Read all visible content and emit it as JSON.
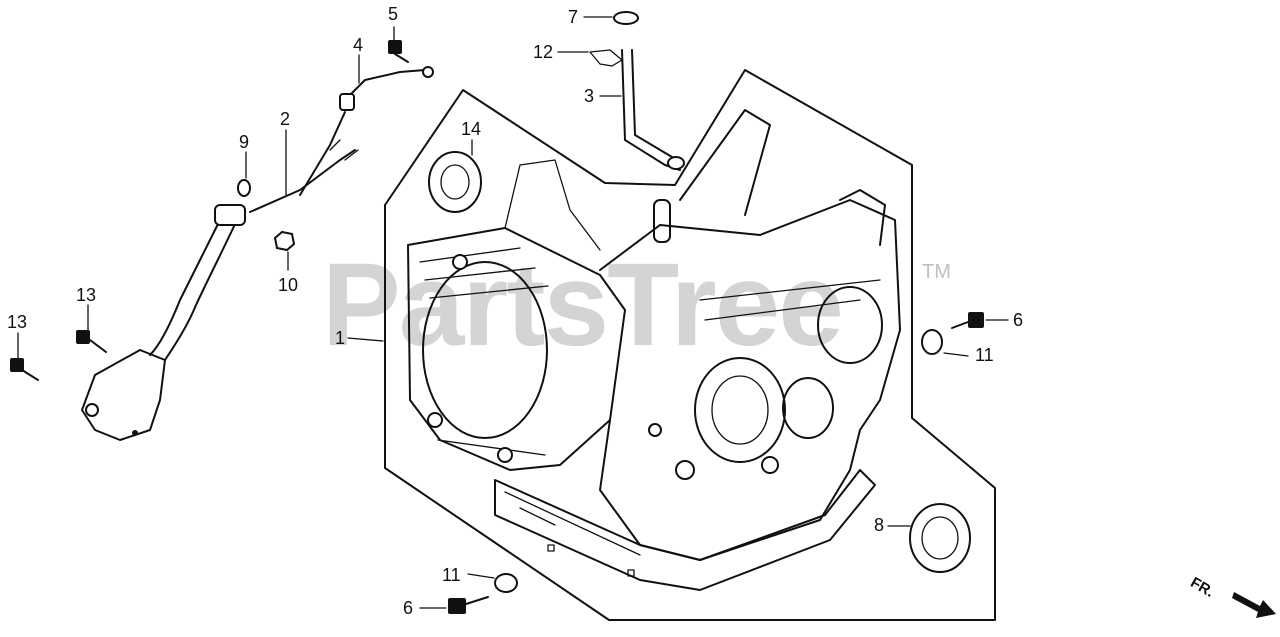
{
  "watermark": {
    "text": "PartsTree",
    "trademark": "TM"
  },
  "direction_label": "FR.",
  "callouts": {
    "c1": "1",
    "c2": "2",
    "c3": "3",
    "c4": "4",
    "c5": "5",
    "c6a": "6",
    "c6b": "6",
    "c7": "7",
    "c8": "8",
    "c9": "9",
    "c10": "10",
    "c11a": "11",
    "c11b": "11",
    "c12": "12",
    "c13a": "13",
    "c13b": "13",
    "c14": "14"
  },
  "colors": {
    "ink": "#111111",
    "paper": "#ffffff",
    "watermark": "#a0a0a0"
  }
}
